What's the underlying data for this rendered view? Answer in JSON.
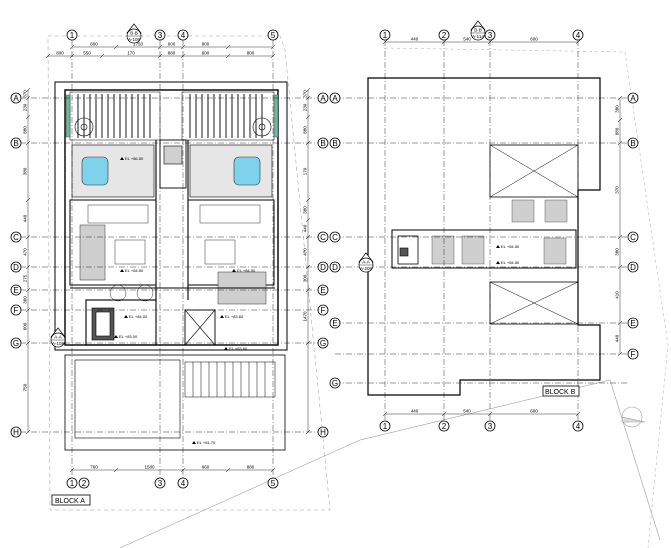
{
  "drawing": {
    "block_a": {
      "label": "BLOCK A",
      "col_grid": [
        "1",
        "2",
        "3",
        "4",
        "5"
      ],
      "row_grid": [
        "A",
        "B",
        "C",
        "D",
        "E",
        "F",
        "G",
        "H"
      ],
      "section_marks": [
        {
          "ref": "B-B",
          "sheet": "A-109"
        },
        {
          "ref": "A-A",
          "sheet": "A-108"
        }
      ],
      "top_dims_1": [
        "800",
        "1750",
        "600",
        "800"
      ],
      "top_dims_2": [
        "800",
        "550",
        "170",
        "880",
        "600",
        "800"
      ],
      "bottom_dims": [
        "760",
        "1580",
        "660",
        "880"
      ],
      "left_dims": [
        "370",
        "230",
        "880",
        "380",
        "440",
        "470",
        "275",
        "360",
        "600",
        "750"
      ],
      "right_dims": [
        "370",
        "230",
        "880",
        "170",
        "380",
        "440",
        "470",
        "300",
        "1470"
      ],
      "levels": [
        "EL +86.50",
        "EL +84.50",
        "EL +84.50",
        "EL +84.00",
        "EL +83.60",
        "EL +83.00",
        "EL +83.60",
        "EL +81.70"
      ]
    },
    "block_b": {
      "label": "BLOCK B",
      "col_grid": [
        "1",
        "2",
        "3",
        "4"
      ],
      "row_grid": [
        "A",
        "B",
        "C",
        "D",
        "E",
        "F",
        "G"
      ],
      "section_marks": [
        {
          "ref": "B-B",
          "sheet": "A-114"
        },
        {
          "ref": "A-A",
          "sheet": "A-208"
        }
      ],
      "top_dims": [
        "440",
        "540",
        "600"
      ],
      "bottom_dims": [
        "440",
        "540",
        "600"
      ],
      "right_dims": [
        "380",
        "880",
        "370",
        "380",
        "410",
        "440"
      ],
      "levels": [
        "EL +84.50",
        "EL +84.50"
      ]
    }
  }
}
